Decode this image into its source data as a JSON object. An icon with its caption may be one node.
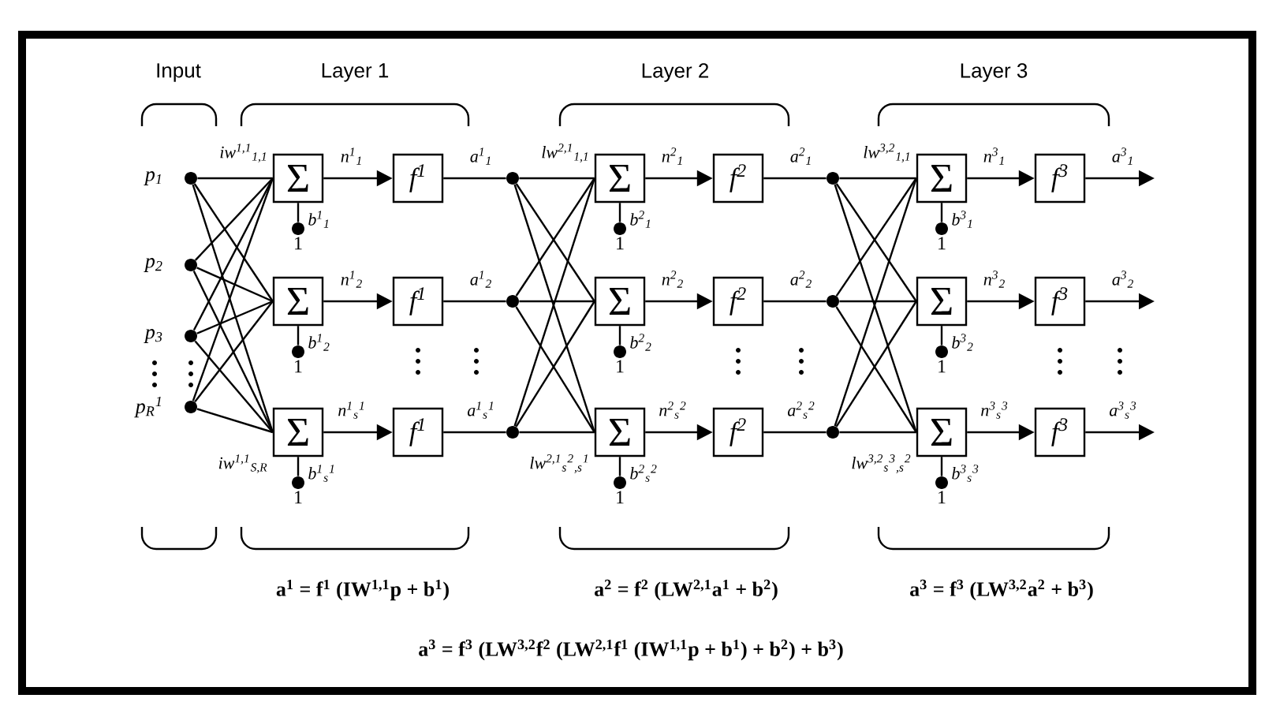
{
  "diagram": {
    "nodes": [
      {
        "text": [],
        "shape": "circle",
        "beside": [
          "p$_{1}$"
        ]
      },
      {
        "text": [],
        "shape": "circle",
        "beside": [
          "p$_{2}$"
        ]
      },
      {
        "text": [],
        "shape": "circle",
        "beside": [
          "p$_{3}$"
        ]
      },
      {
        "text": [],
        "shape": "circle",
        "beside": [
          "p$_{R}$$^{1}$"
        ]
      },
      {
        "text": [
          "Σ"
        ]
      },
      {
        "text": [
          "Σ"
        ]
      },
      {
        "text": [
          "Σ"
        ]
      },
      {
        "text": [],
        "shape": "circle",
        "beside": [
          "1"
        ]
      },
      {
        "text": [],
        "shape": "circle",
        "beside": [
          "1"
        ]
      },
      {
        "text": [],
        "shape": "circle",
        "beside": [
          "1"
        ]
      },
      {
        "text": [
          "f$^{1}$"
        ]
      },
      {
        "text": [
          "f$^{1}$"
        ]
      },
      {
        "text": [
          "f$^{1}$"
        ]
      },
      {
        "text": [],
        "shape": "circle"
      },
      {
        "text": [],
        "shape": "circle"
      },
      {
        "text": [],
        "shape": "circle"
      },
      {
        "text": [
          "Σ"
        ]
      },
      {
        "text": [
          "Σ"
        ]
      },
      {
        "text": [
          "Σ"
        ]
      },
      {
        "text": [],
        "shape": "circle",
        "beside": [
          "1"
        ]
      },
      {
        "text": [],
        "shape": "circle",
        "beside": [
          "1"
        ]
      },
      {
        "text": [],
        "shape": "circle",
        "beside": [
          "1"
        ]
      },
      {
        "text": [
          "f$^{2}$"
        ]
      },
      {
        "text": [
          "f$^{2}$"
        ]
      },
      {
        "text": [
          "f$^{2}$"
        ]
      },
      {
        "text": [],
        "shape": "circle"
      },
      {
        "text": [],
        "shape": "circle"
      },
      {
        "text": [],
        "shape": "circle"
      },
      {
        "text": [
          "Σ"
        ]
      },
      {
        "text": [
          "Σ"
        ]
      },
      {
        "text": [
          "Σ"
        ]
      },
      {
        "text": [],
        "shape": "circle",
        "beside": [
          "1"
        ]
      },
      {
        "text": [],
        "shape": "circle",
        "beside": [
          "1"
        ]
      },
      {
        "text": [],
        "shape": "circle",
        "beside": [
          "1"
        ]
      },
      {
        "text": [
          "f$^{3}$"
        ]
      },
      {
        "text": [
          "f$^{3}$"
        ]
      },
      {
        "text": [
          "f$^{3}$"
        ]
      }
    ],
    "edges": [
      {
        "from": 0,
        "to": 4,
        "arrow": "none",
        "label": "iw$^{1,1}$$_{1,1}$"
      },
      {
        "from": 0,
        "to": 5,
        "arrow": "none"
      },
      {
        "from": 0,
        "to": 6,
        "arrow": "none"
      },
      {
        "from": 1,
        "to": 4,
        "arrow": "none"
      },
      {
        "from": 1,
        "to": 5,
        "arrow": "none"
      },
      {
        "from": 1,
        "to": 6,
        "arrow": "none"
      },
      {
        "from": 2,
        "to": 4,
        "arrow": "none"
      },
      {
        "from": 2,
        "to": 5,
        "arrow": "none"
      },
      {
        "from": 2,
        "to": 6,
        "arrow": "none"
      },
      {
        "from": 3,
        "to": 4,
        "arrow": "none"
      },
      {
        "from": 3,
        "to": 5,
        "arrow": "none"
      },
      {
        "from": 3,
        "to": 6,
        "arrow": "none",
        "label": "iw$^{1,1}$$_{S,R}$"
      },
      {
        "from": 7,
        "to": 4,
        "arrow": "none",
        "label": "b$^{1}$$_{1}$"
      },
      {
        "from": 8,
        "to": 5,
        "arrow": "none",
        "label": "b$^{1}$$_{2}$"
      },
      {
        "from": 9,
        "to": 6,
        "arrow": "none",
        "label": "b$^{1}$$_{s}$$^{1}$"
      },
      {
        "from": 4,
        "to": 10,
        "arrow": "to",
        "label": "n$^{1}$$_{1}$"
      },
      {
        "from": 5,
        "to": 11,
        "arrow": "to",
        "label": "n$^{1}$$_{2}$"
      },
      {
        "from": 6,
        "to": 12,
        "arrow": "to",
        "label": "n$^{1}$$_{s}$$^{1}$"
      },
      {
        "from": 10,
        "to": 13,
        "arrow": "none",
        "label": "a$^{1}$$_{1}$"
      },
      {
        "from": 11,
        "to": 14,
        "arrow": "none",
        "label": "a$^{1}$$_{2}$"
      },
      {
        "from": 12,
        "to": 15,
        "arrow": "none",
        "label": "a$^{1}$$_{s}$$^{1}$"
      },
      {
        "from": 13,
        "to": 16,
        "arrow": "none",
        "label": "lw$^{2,1}$$_{1,1}$"
      },
      {
        "from": 13,
        "to": 17,
        "arrow": "none"
      },
      {
        "from": 13,
        "to": 18,
        "arrow": "none"
      },
      {
        "from": 14,
        "to": 16,
        "arrow": "none"
      },
      {
        "from": 14,
        "to": 17,
        "arrow": "none"
      },
      {
        "from": 14,
        "to": 18,
        "arrow": "none"
      },
      {
        "from": 15,
        "to": 16,
        "arrow": "none"
      },
      {
        "from": 15,
        "to": 17,
        "arrow": "none"
      },
      {
        "from": 15,
        "to": 18,
        "arrow": "none",
        "label": "lw$^{2,1}$$_{s}$$^{2}$$_{,s}$$^{1}$"
      },
      {
        "from": 19,
        "to": 16,
        "arrow": "none",
        "label": "b$^{2}$$_{1}$"
      },
      {
        "from": 20,
        "to": 17,
        "arrow": "none",
        "label": "b$^{2}$$_{2}$"
      },
      {
        "from": 21,
        "to": 18,
        "arrow": "none",
        "label": "b$^{2}$$_{s}$$^{2}$"
      },
      {
        "from": 16,
        "to": 22,
        "arrow": "to",
        "label": "n$^{2}$$_{1}$"
      },
      {
        "from": 17,
        "to": 23,
        "arrow": "to",
        "label": "n$^{2}$$_{2}$"
      },
      {
        "from": 18,
        "to": 24,
        "arrow": "to",
        "label": "n$^{2}$$_{s}$$^{2}$"
      },
      {
        "from": 22,
        "to": 25,
        "arrow": "none",
        "label": "a$^{2}$$_{1}$"
      },
      {
        "from": 23,
        "to": 26,
        "arrow": "none",
        "label": "a$^{2}$$_{2}$"
      },
      {
        "from": 24,
        "to": 27,
        "arrow": "none",
        "label": "a$^{2}$$_{s}$$^{2}$"
      },
      {
        "from": 25,
        "to": 28,
        "arrow": "none",
        "label": "lw$^{3,2}$$_{1,1}$"
      },
      {
        "from": 25,
        "to": 29,
        "arrow": "none"
      },
      {
        "from": 25,
        "to": 30,
        "arrow": "none"
      },
      {
        "from": 26,
        "to": 28,
        "arrow": "none"
      },
      {
        "from": 26,
        "to": 29,
        "arrow": "none"
      },
      {
        "from": 26,
        "to": 30,
        "arrow": "none"
      },
      {
        "from": 27,
        "to": 28,
        "arrow": "none"
      },
      {
        "from": 27,
        "to": 29,
        "arrow": "none"
      },
      {
        "from": 27,
        "to": 30,
        "arrow": "none",
        "label": "lw$^{3,2}$$_{s}$$^{3}$$_{,s}$$^{2}$"
      },
      {
        "from": 31,
        "to": 28,
        "arrow": "none",
        "label": "b$^{3}$$_{1}$"
      },
      {
        "from": 32,
        "to": 29,
        "arrow": "none",
        "label": "b$^{3}$$_{2}$"
      },
      {
        "from": 33,
        "to": 30,
        "arrow": "none",
        "label": "b$^{3}$$_{s}$$^{3}$"
      },
      {
        "from": 28,
        "to": 34,
        "arrow": "to",
        "label": "n$^{3}$$_{1}$"
      },
      {
        "from": 29,
        "to": 35,
        "arrow": "to",
        "label": "n$^{3}$$_{2}$"
      },
      {
        "from": 30,
        "to": 36,
        "arrow": "to",
        "label": "n$^{3}$$_{s}$$^{3}$"
      },
      {
        "from": 34,
        "to": null,
        "arrow": "to",
        "label": "a$^{3}$$_{1}$"
      },
      {
        "from": 35,
        "to": null,
        "arrow": "to",
        "label": "a$^{3}$$_{2}$"
      },
      {
        "from": 36,
        "to": null,
        "arrow": "to",
        "label": "a$^{3}$$_{s}$$^{3}$"
      }
    ],
    "labels": [
      "Input",
      "Layer 1",
      "Layer 2",
      "Layer 3",
      "a$^{1}$ = f$^{1}$ (IW$^{1,1}$p + b$^{1}$)",
      "a$^{2}$ = f$^{2}$ (LW$^{2,1}$a$^{1}$ + b$^{2}$)",
      "a$^{3}$ = f$^{3}$ (LW$^{3,2}$a$^{2}$ + b$^{3}$)",
      "a$^{3}$ = f$^{3}$ (LW$^{3,2}$f$^{2}$ (LW$^{2,1}$f$^{1}$ (IW$^{1,1}$p + b$^{1}$) + b$^{2}$) + b$^{3}$)"
    ]
  }
}
